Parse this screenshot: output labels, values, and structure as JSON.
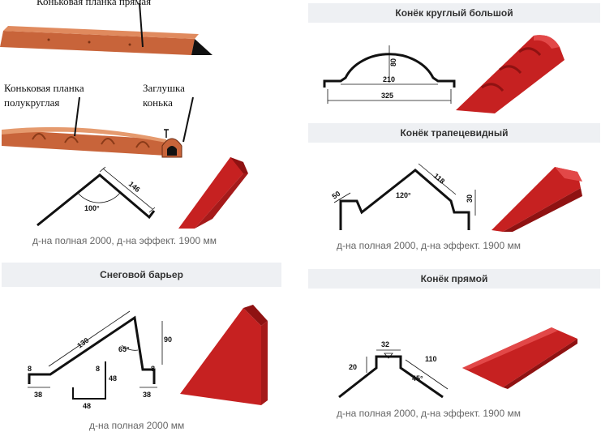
{
  "left_top": {
    "label_straight": "Коньковая планка прямая",
    "label_round_1": "Коньковая планка",
    "label_round_2": "полукруглая",
    "label_cap_1": "Заглушка",
    "label_cap_2": "конька"
  },
  "angle_ridge": {
    "dim_length": "146",
    "dim_angle": "100°",
    "caption": "д-на полная 2000, д-на эффект. 1900 мм"
  },
  "round_big": {
    "title": "Конёк круглый большой",
    "dim_height": "80",
    "dim_inner": "210",
    "dim_outer": "325"
  },
  "trapezoid": {
    "title": "Конёк трапецевидный",
    "dim_a": "50",
    "dim_b": "118",
    "dim_angle": "120°",
    "dim_c": "30",
    "caption": "д-на полная 2000, д-на эффект. 1900 мм"
  },
  "snow_barrier": {
    "title": "Снеговой барьер",
    "dim_slope": "130",
    "dim_angle": "65°",
    "dim_height": "90",
    "dim_l1": "8",
    "dim_l2": "38",
    "dim_m1": "8",
    "dim_m2": "48",
    "dim_m3": "48",
    "dim_r1": "8",
    "dim_r2": "38",
    "caption": "д-на полная 2000 мм"
  },
  "straight_ridge": {
    "title": "Конёк прямой",
    "dim_top": "32",
    "dim_side": "20",
    "dim_slope": "110",
    "dim_angle": "45°",
    "caption": "д-на полная 2000, д-на эффект. 1900 мм"
  },
  "colors": {
    "red": "#c62121",
    "dark_red": "#8f1212",
    "orange": "#c8643a",
    "header_bg": "#eef0f3"
  }
}
